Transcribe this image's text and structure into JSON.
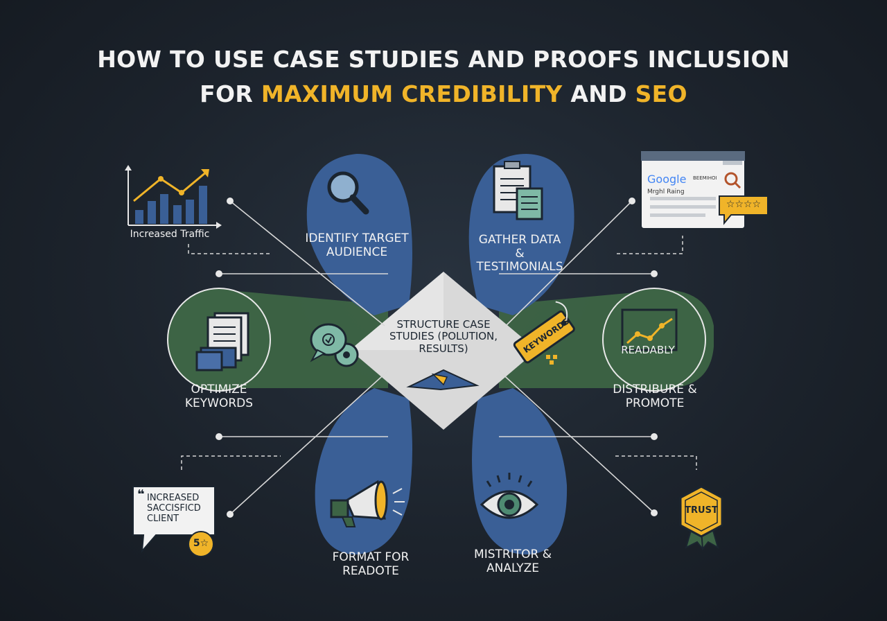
{
  "title": {
    "line1": "HOW TO USE CASE STUDIES AND PROOFS INCLUSION",
    "line2_prefix": "FOR ",
    "line2_accent1": "MAXIMUM CREDIBILITY",
    "line2_mid": " AND ",
    "line2_accent2": "SEO"
  },
  "center": {
    "line1": "STRUCTURE CASE",
    "line2": "STUDIES (POLUTION,",
    "line3": "RESULTS)"
  },
  "steps": {
    "identify": {
      "line1": "IDENTIFY TARGET",
      "line2": "AUDIENCE"
    },
    "gather": {
      "line1": "GATHER DATA",
      "line2": "&",
      "line3": "TESTIMONIALS"
    },
    "optimize": {
      "line1": "OPTIMIZE",
      "line2": "KEYWORDS"
    },
    "distribute": {
      "line1": "DISTRIBURE &",
      "line2": "PROMOTE"
    },
    "format": {
      "line1": "FORMAT FOR",
      "line2": "READOTE"
    },
    "monitor": {
      "line1": "MISTRITOR &",
      "line2": "ANALYZE"
    }
  },
  "icons_text": {
    "keywords_tag": "KEYWORDS",
    "readably": "READABLY"
  },
  "corners": {
    "traffic_label": "Increased Traffic",
    "google_logo": "Google",
    "google_small1": "BEEMIHOI",
    "google_small2": "Mrghl Raing",
    "quote_line1": "INCREASED",
    "quote_line2": "SACCISFICD",
    "quote_line3": "CLIENT",
    "quote_mark": "❝",
    "rating_badge": "5☆",
    "trust_badge": "TRUST",
    "stars": "☆☆☆☆"
  },
  "colors": {
    "background": "#1c232c",
    "blue_petal": "#3a5f96",
    "green_petal": "#3d6445",
    "center": "#d9d9d9",
    "accent": "#f0b429"
  }
}
